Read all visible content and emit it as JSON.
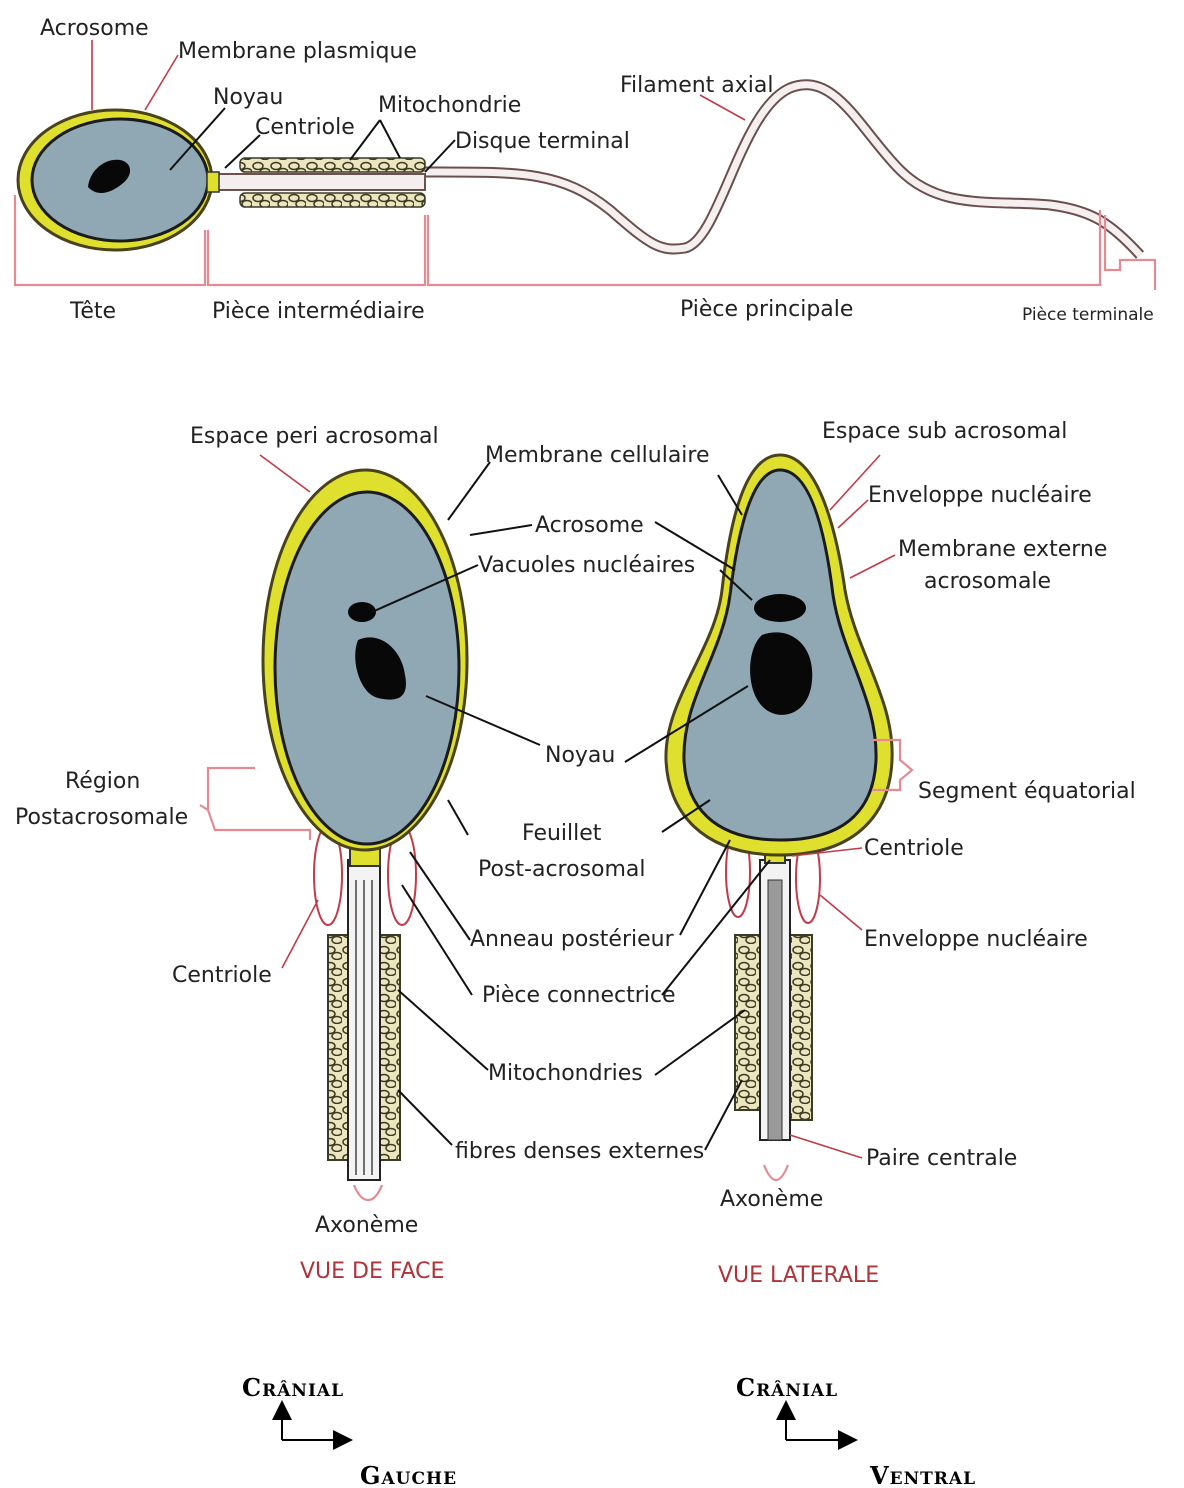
{
  "top_diagram": {
    "labels": {
      "acrosome": "Acrosome",
      "membrane_plasmique": "Membrane plasmique",
      "noyau": "Noyau",
      "mitochondrie": "Mitochondrie",
      "centriole": "Centriole",
      "disque_terminal": "Disque terminal",
      "filament_axial": "Filament axial"
    },
    "segments": {
      "tete": "Tête",
      "piece_intermediaire": "Pièce intermédiaire",
      "piece_principale": "Pièce principale",
      "piece_terminale": "Pièce terminale"
    }
  },
  "front_view": {
    "labels": {
      "espace_peri_acrosomal": "Espace peri acrosomal",
      "membrane_cellulaire": "Membrane cellulaire",
      "acrosome": "Acrosome",
      "vacuoles_nucleaires": "Vacuoles nucléaires",
      "noyau": "Noyau",
      "region_postacrosomale_1": "Région",
      "region_postacrosomale_2": "Postacrosomale",
      "feuillet_1": "Feuillet",
      "feuillet_2": "Post-acrosomal",
      "anneau_posterieur": "Anneau postérieur",
      "centriole": "Centriole",
      "piece_connectrice": "Pièce connectrice",
      "mitochondries": "Mitochondries",
      "fibres_denses_externes": "fibres denses externes",
      "axoneme": "Axonème"
    },
    "title": "VUE DE FACE"
  },
  "side_view": {
    "labels": {
      "espace_sub_acrosomal": "Espace sub acrosomal",
      "enveloppe_nucleaire_top": "Enveloppe nucléaire",
      "membrane_externe_1": "Membrane externe",
      "membrane_externe_2": "acrosomale",
      "segment_equatorial": "Segment équatorial",
      "centriole": "Centriole",
      "enveloppe_nucleaire_bottom": "Enveloppe nucléaire",
      "paire_centrale": "Paire centrale",
      "axoneme": "Axonème"
    },
    "title": "VUE LATERALE"
  },
  "orientation": {
    "left": {
      "up": "Crânial",
      "right": "Gauche"
    },
    "right": {
      "up": "Crânial",
      "right": "Ventral"
    }
  },
  "colors": {
    "nucleus": "#8fa8b4",
    "acrosome": "#dfe02e",
    "bracket": "#e58a93",
    "view_title": "#b0333a"
  }
}
